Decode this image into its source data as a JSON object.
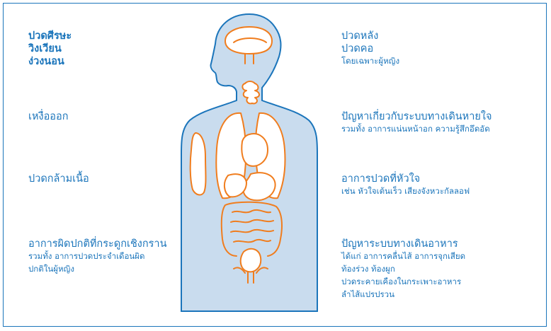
{
  "colors": {
    "border": "#1b75bb",
    "text": "#1b75bb",
    "body_fill": "#c9dcee",
    "body_stroke": "#1b75bb",
    "organ_stroke": "#f07d1e",
    "organ_fill": "#ffffff"
  },
  "left": {
    "head": {
      "lines": [
        "ปวดศีรษะ",
        "วิงเวียน",
        "ง่วงนอน"
      ]
    },
    "sweat": {
      "title": "เหงื่อออก"
    },
    "muscle": {
      "title": "ปวดกล้ามเนื้อ"
    },
    "pelvis": {
      "title": "อาการผิดปกติที่กระดูกเชิงกราน",
      "details": [
        "รวมทั้ง อาการปวดประจำเดือนผิด",
        "ปกติในผู้หญิง"
      ]
    }
  },
  "right": {
    "back": {
      "lines": [
        "ปวดหลัง",
        "ปวดคอ"
      ],
      "note": "โดยเฉพาะผู้หญิง"
    },
    "breathing": {
      "title": "ปัญหาเกี่ยวกับระบบทางเดินหายใจ",
      "details": [
        "รวมทั้ง อาการแน่นหน้าอก ความรู้สึกอึดอัด"
      ]
    },
    "heart": {
      "title": "อาการปวดที่หัวใจ",
      "details": [
        "เช่น หัวใจเต้นเร็ว เสียงจังหวะกัลลอฟ"
      ]
    },
    "digestion": {
      "title": "ปัญหาระบบทางเดินอาหาร",
      "details": [
        "ได้แก่ อาการคลื่นไส้ อาการจุกเสียด",
        "ท้องร่วง ท้องผูก",
        "ปวดระคายเคืองในกระเพาะอาหาร",
        "ลำไส้แปรปรวน"
      ]
    }
  }
}
